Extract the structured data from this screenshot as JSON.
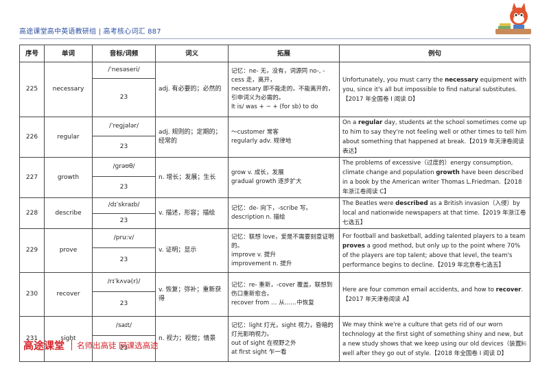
{
  "header": {
    "title": "高途课堂高中英语教研组 | 高考核心词汇 887"
  },
  "mascot": {
    "icon": "fox-mascot-reading-icon"
  },
  "table": {
    "columns": [
      "序号",
      "单词",
      "音标/词频",
      "词义",
      "拓展",
      "例句"
    ],
    "rows": [
      {
        "no": "225",
        "word": "necessary",
        "phonetic": "/ˈnesəseri/",
        "freq": "23",
        "meaning": "adj. 有必要的；必然的",
        "ext": [
          "记忆：ne- 无，没有，词源同 no-, -cess 走，离开，",
          "necessary 即不能走的，不能离开的，",
          "引申词义为必需的。",
          "It is/ was + ~ + (for sb) to do"
        ],
        "ex_before": "Unfortunately, you must carry the ",
        "ex_bold": "necessary",
        "ex_after": " equipment with you, since it's all but impossible to find natural substitutes.【2017 年全国卷 I 阅读 D】"
      },
      {
        "no": "226",
        "word": "regular",
        "phonetic": "/ˈreɡjələr/",
        "freq": "23",
        "meaning": "adj. 规则的；定期的；经常的",
        "ext": [
          "～customer  常客",
          "regularly   adv. 规律地"
        ],
        "ex_before": "On a ",
        "ex_bold": "regular",
        "ex_after": " day, students at the school sometimes come up to him to say they're not feeling well or other times to tell him about something that happened at break.【2019 年天津卷阅读表达】"
      },
      {
        "no": "227",
        "word": "growth",
        "phonetic": "/ɡrəʊθ/",
        "freq": "23",
        "meaning": "n. 增长；发展；生长",
        "ext": [
          "grow   v. 成长，发展",
          "gradual growth  逐步扩大"
        ],
        "ex_before": "The problems of excessive（过度的）energy consumption, climate change and population ",
        "ex_bold": "growth",
        "ex_after": " have been described in a book by the American writer Thomas L.Friedman.【2018 年浙江卷阅读 C】"
      },
      {
        "no": "228",
        "word": "describe",
        "phonetic": "/dɪˈskraɪb/",
        "freq": "23",
        "meaning": "v. 描述，形容；描绘",
        "ext": [
          "记忆：de- 向下，-scribe 写。",
          "description   n. 描绘"
        ],
        "ex_before": "The Beatles were ",
        "ex_bold": "described",
        "ex_after": " as a British invasion（入侵）by local and nationwide newspapers at that time.【2019 年浙江卷七选五】"
      },
      {
        "no": "229",
        "word": "prove",
        "phonetic": "/pruːv/",
        "freq": "23",
        "meaning": "v. 证明；显示",
        "ext": [
          "记忆：联想 love，爱是不需要刻意证明的。",
          "improve   v. 提升",
          "improvement   n. 提升"
        ],
        "ex_before": "For football and basketball, adding talented players to a team ",
        "ex_bold": "proves",
        "ex_after": " a good method, but only up to the point where 70% of the players are top talent; above that level, the team's performance begins to decline.【2019 年北京卷七选五】"
      },
      {
        "no": "230",
        "word": "recover",
        "phonetic": "/rɪˈkʌvə(r)/",
        "freq": "23",
        "meaning": "v. 恢复；弥补；重新获得",
        "ext": [
          "记忆：re- 重新，-cover 覆盖，联想到伤口重新愈合。",
          "recover from … 从……中恢复"
        ],
        "ex_before": "Here are four common email accidents, and how to ",
        "ex_bold": "recover",
        "ex_after": ".【2017 年天津卷阅读 A】"
      },
      {
        "no": "231",
        "word": "sight",
        "phonetic": "/saɪt/",
        "freq": "23",
        "meaning": "n. 视力；视觉；情景",
        "ext": [
          "记忆：light 灯光，sight 视力，昏暗的灯光影响视力。",
          "out of sight  在视野之外",
          "at first sight  乍一看"
        ],
        "ex_before": "We may think we're a culture that gets rid of our worn technology at the first sight of something shiny and new, but a new study shows that we keep using our old devices（装置）well after they go out of style.【2018 年全国卷 I 阅读 D】",
        "ex_bold": "",
        "ex_after": ""
      }
    ]
  },
  "footer": {
    "logo": "高途课堂",
    "slogan": "名师出高徒  网课选高途",
    "page": "36"
  }
}
